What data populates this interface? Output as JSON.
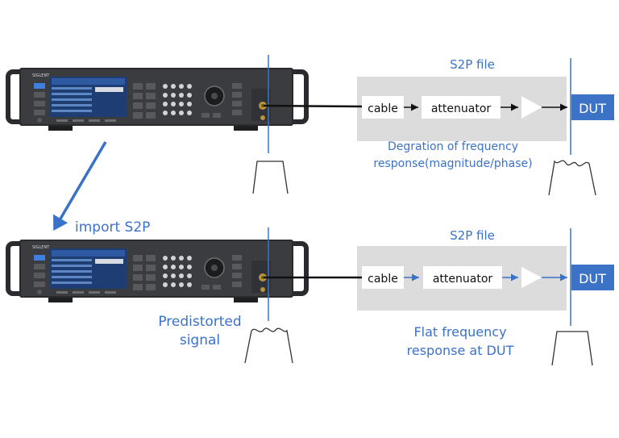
{
  "colors": {
    "blue": "#3b72c9",
    "box_fill": "#dcdcdc",
    "dut_fill": "#3d73c6",
    "instrument_body": "#2a2b2e",
    "screen": "#1d3d73"
  },
  "top_panel": {
    "s2p_label": "S2P file",
    "cable_label": "cable",
    "attenuator_label": "attenuator",
    "dut_label": "DUT",
    "caption_line1": "Degration of frequency",
    "caption_line2": "response(magnitude/phase)"
  },
  "arrow": {
    "label": "import S2P"
  },
  "bottom_panel": {
    "s2p_label": "S2P file",
    "cable_label": "cable",
    "attenuator_label": "attenuator",
    "dut_label": "DUT",
    "predistorted_line1": "Predistorted",
    "predistorted_line2": "signal",
    "caption_line1": "Flat frequency",
    "caption_line2": "response at DUT"
  },
  "instrument": {
    "brand": "SIGLENT"
  }
}
